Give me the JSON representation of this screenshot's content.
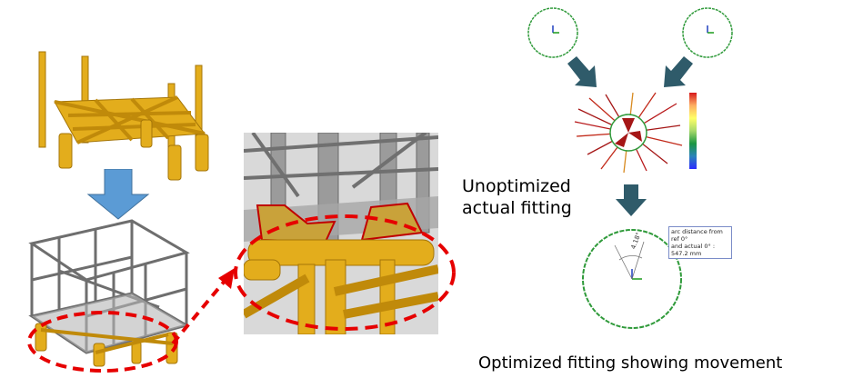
{
  "labels": {
    "unoptimized_line1": "Unoptimized",
    "unoptimized_line2": "actual fitting",
    "optimized": "Optimized fitting showing movement"
  },
  "annotation": {
    "line1": "arc distance from ref 0°",
    "line2": "and actual 0° :",
    "value": "547.2 mm",
    "angle": "4.18°"
  },
  "colors": {
    "steel_yellow": "#e3ad1c",
    "steel_dark": "#a47508",
    "frame_grey": "#8c8c8c",
    "dashed_red": "#e60000",
    "blue_arrow": "#5b9bd5",
    "teal_arrow": "#2f5b6a",
    "ring_green": "#2f9a3a"
  }
}
